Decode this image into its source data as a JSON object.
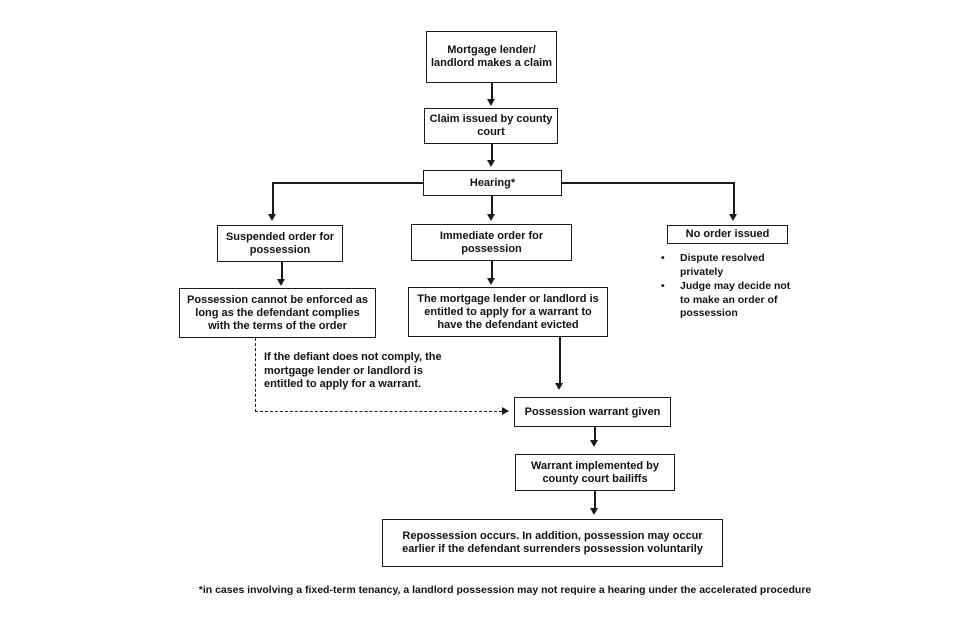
{
  "diagram": {
    "boxes": {
      "claim_made": "Mortgage lender/ landlord makes a claim",
      "claim_issued": "Claim issued by county court",
      "hearing": "Hearing*",
      "suspended_order": "Suspended order for possession",
      "immediate_order": "Immediate order for possession",
      "no_order": "No order issued",
      "possession_not_enforced": "Possession cannot be enforced as long as the defendant complies with the terms of the order",
      "apply_warrant": "The mortgage lender or landlord is entitled to apply for a warrant to have the defendant evicted",
      "warrant_given": "Possession warrant given",
      "warrant_implemented": "Warrant implemented by county court bailiffs",
      "repossession": "Repossession occurs. In addition, possession may occur earlier if the defendant surrenders possession voluntarily"
    },
    "no_order_bullets": [
      "Dispute resolved privately",
      "Judge may decide not to make an order of possession"
    ],
    "bullet_glyph": "•",
    "dashed_note": "If the defiant does not comply, the mortgage lender or landlord is entitled to apply for a warrant.",
    "footnote": "*in cases involving a fixed-term tenancy, a landlord possession may not require a hearing under the accelerated procedure",
    "colors": {
      "line": "#1b1b1b",
      "text": "#121212",
      "background": "#ffffff"
    }
  }
}
